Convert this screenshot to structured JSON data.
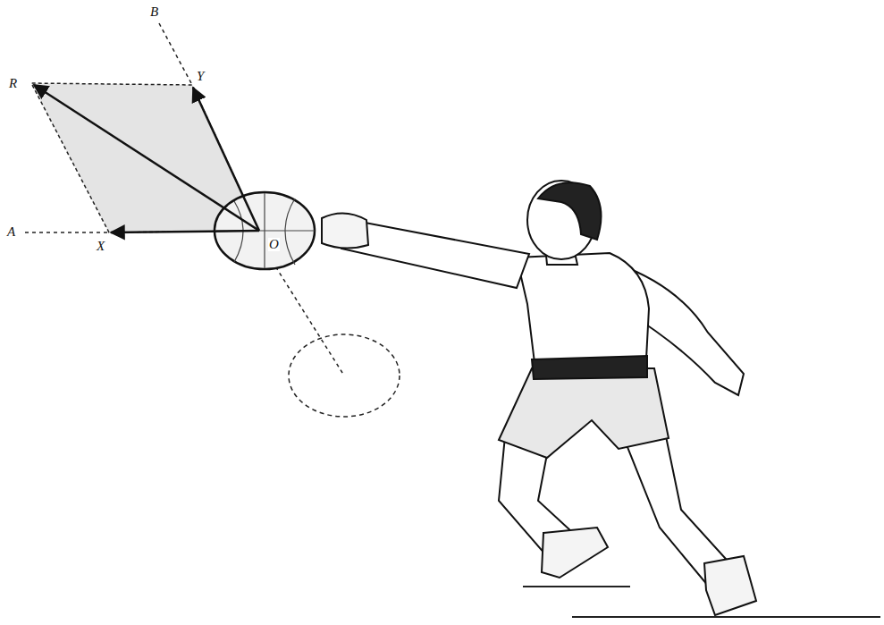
{
  "diagram": {
    "labels": [
      "B",
      "R",
      "Y",
      "A",
      "X",
      "O"
    ]
  }
}
